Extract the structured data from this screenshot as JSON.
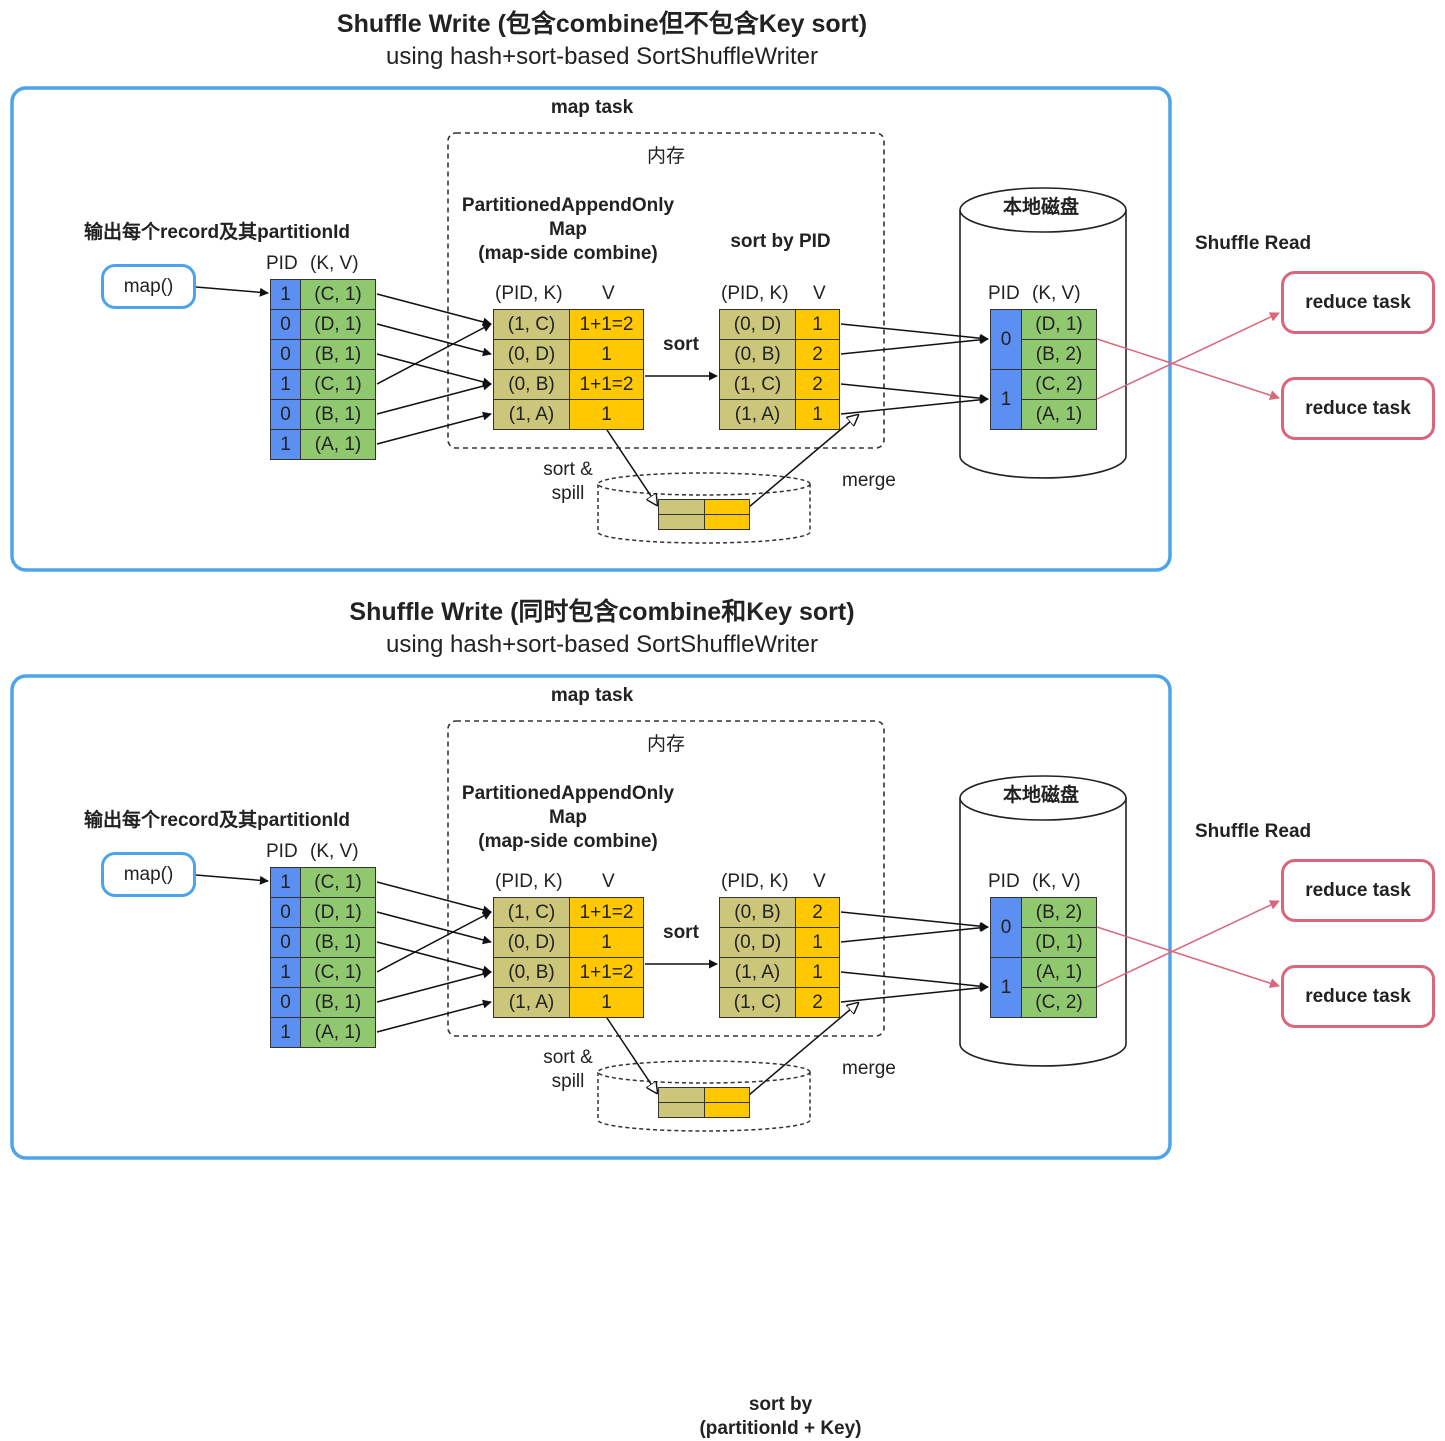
{
  "panels": [
    {
      "title": "Shuffle Write (包含combine但不包含Key sort)",
      "subtitle": "using hash+sort-based SortShuffleWriter",
      "map_task_label": "map task",
      "memory_label": "内存",
      "output_label": "输出每个record及其partitionId",
      "map_label": "map()",
      "input_headers": {
        "pid": "PID",
        "kv": "(K, V)"
      },
      "input_rows": [
        {
          "pid": "1",
          "kv": "(C, 1)"
        },
        {
          "pid": "0",
          "kv": "(D, 1)"
        },
        {
          "pid": "0",
          "kv": "(B, 1)"
        },
        {
          "pid": "1",
          "kv": "(C, 1)"
        },
        {
          "pid": "0",
          "kv": "(B, 1)"
        },
        {
          "pid": "1",
          "kv": "(A, 1)"
        }
      ],
      "map_struct_label": "PartitionedAppendOnly\nMap\n(map-side combine)",
      "combined_headers": {
        "key": "(PID, K)",
        "value": "V"
      },
      "combined_rows": [
        {
          "key": "(1, C)",
          "value": "1+1=2"
        },
        {
          "key": "(0, D)",
          "value": "1"
        },
        {
          "key": "(0, B)",
          "value": "1+1=2"
        },
        {
          "key": "(1, A)",
          "value": "1"
        }
      ],
      "sort_label": "sort",
      "sort_by_label": "sort by PID",
      "sorted_headers": {
        "key": "(PID, K)",
        "value": "V"
      },
      "sorted_rows": [
        {
          "key": "(0, D)",
          "value": "1"
        },
        {
          "key": "(0, B)",
          "value": "2"
        },
        {
          "key": "(1, C)",
          "value": "2"
        },
        {
          "key": "(1, A)",
          "value": "1"
        }
      ],
      "sort_spill_label": "sort &\nspill",
      "merge_label": "merge",
      "disk_label": "本地磁盘",
      "disk_headers": {
        "pid": "PID",
        "kv": "(K, V)"
      },
      "disk_partitions": [
        {
          "pid": "0",
          "rows": [
            "(D, 1)",
            "(B, 2)"
          ]
        },
        {
          "pid": "1",
          "rows": [
            "(C, 2)",
            "(A, 1)"
          ]
        }
      ],
      "shuffle_read_label": "Shuffle Read",
      "reduce_tasks": [
        "reduce task",
        "reduce task"
      ]
    },
    {
      "title": "Shuffle Write (同时包含combine和Key sort)",
      "subtitle": "using hash+sort-based SortShuffleWriter",
      "map_task_label": "map task",
      "memory_label": "内存",
      "output_label": "输出每个record及其partitionId",
      "map_label": "map()",
      "input_headers": {
        "pid": "PID",
        "kv": "(K, V)"
      },
      "input_rows": [
        {
          "pid": "1",
          "kv": "(C, 1)"
        },
        {
          "pid": "0",
          "kv": "(D, 1)"
        },
        {
          "pid": "0",
          "kv": "(B, 1)"
        },
        {
          "pid": "1",
          "kv": "(C, 1)"
        },
        {
          "pid": "0",
          "kv": "(B, 1)"
        },
        {
          "pid": "1",
          "kv": "(A, 1)"
        }
      ],
      "map_struct_label": "PartitionedAppendOnly\nMap\n(map-side combine)",
      "combined_headers": {
        "key": "(PID, K)",
        "value": "V"
      },
      "combined_rows": [
        {
          "key": "(1, C)",
          "value": "1+1=2"
        },
        {
          "key": "(0, D)",
          "value": "1"
        },
        {
          "key": "(0, B)",
          "value": "1+1=2"
        },
        {
          "key": "(1, A)",
          "value": "1"
        }
      ],
      "sort_label": "sort",
      "sort_by_label": "sort by\n(partitionId + Key)",
      "sorted_headers": {
        "key": "(PID, K)",
        "value": "V"
      },
      "sorted_rows": [
        {
          "key": "(0, B)",
          "value": "2"
        },
        {
          "key": "(0, D)",
          "value": "1"
        },
        {
          "key": "(1, A)",
          "value": "1"
        },
        {
          "key": "(1, C)",
          "value": "2"
        }
      ],
      "sort_spill_label": "sort &\nspill",
      "merge_label": "merge",
      "disk_label": "本地磁盘",
      "disk_headers": {
        "pid": "PID",
        "kv": "(K, V)"
      },
      "disk_partitions": [
        {
          "pid": "0",
          "rows": [
            "(B, 2)",
            "(D, 1)"
          ]
        },
        {
          "pid": "1",
          "rows": [
            "(A, 1)",
            "(C, 2)"
          ]
        }
      ],
      "shuffle_read_label": "Shuffle Read",
      "reduce_tasks": [
        "reduce task",
        "reduce task"
      ]
    }
  ]
}
